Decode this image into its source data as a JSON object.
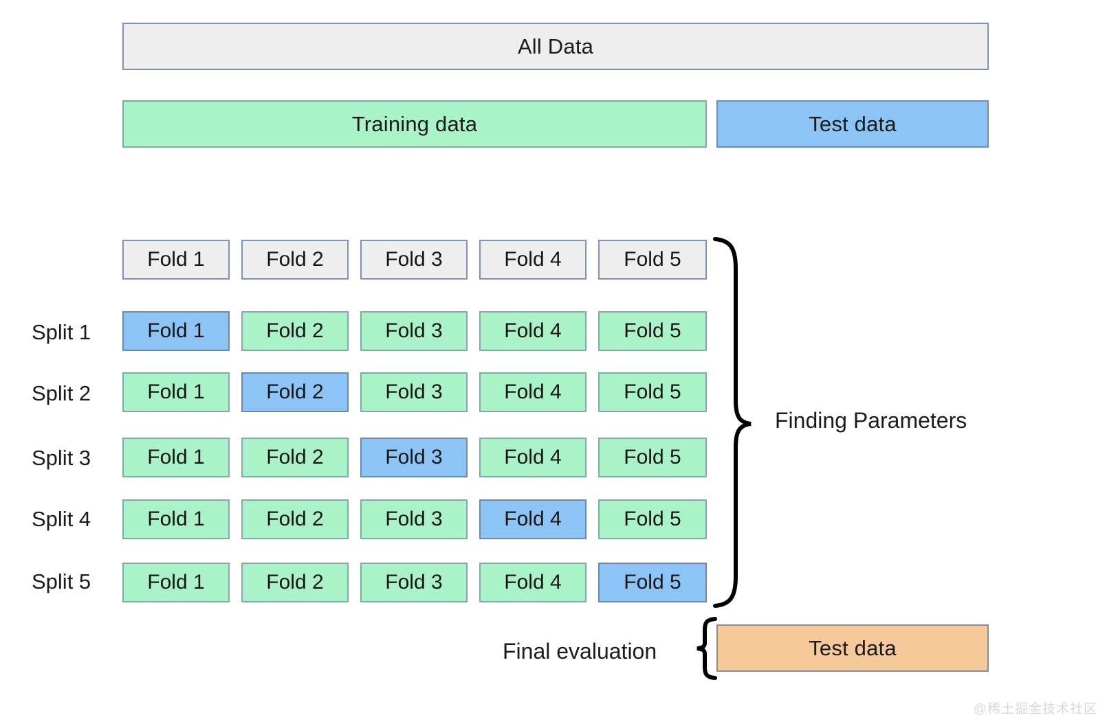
{
  "diagram": {
    "title_row": {
      "all_data_label": "All Data"
    },
    "split_row": {
      "training_label": "Training data",
      "test_label": "Test data"
    },
    "fold_header": {
      "folds": [
        "Fold 1",
        "Fold 2",
        "Fold 3",
        "Fold 4",
        "Fold 5"
      ]
    },
    "splits": [
      {
        "name": "Split 1",
        "cells": [
          {
            "label": "Fold 1",
            "role": "validation"
          },
          {
            "label": "Fold 2",
            "role": "training"
          },
          {
            "label": "Fold 3",
            "role": "training"
          },
          {
            "label": "Fold 4",
            "role": "training"
          },
          {
            "label": "Fold 5",
            "role": "training"
          }
        ]
      },
      {
        "name": "Split 2",
        "cells": [
          {
            "label": "Fold 1",
            "role": "training"
          },
          {
            "label": "Fold 2",
            "role": "validation"
          },
          {
            "label": "Fold 3",
            "role": "training"
          },
          {
            "label": "Fold 4",
            "role": "training"
          },
          {
            "label": "Fold 5",
            "role": "training"
          }
        ]
      },
      {
        "name": "Split 3",
        "cells": [
          {
            "label": "Fold 1",
            "role": "training"
          },
          {
            "label": "Fold 2",
            "role": "training"
          },
          {
            "label": "Fold 3",
            "role": "validation"
          },
          {
            "label": "Fold 4",
            "role": "training"
          },
          {
            "label": "Fold 5",
            "role": "training"
          }
        ]
      },
      {
        "name": "Split 4",
        "cells": [
          {
            "label": "Fold 1",
            "role": "training"
          },
          {
            "label": "Fold 2",
            "role": "training"
          },
          {
            "label": "Fold 3",
            "role": "training"
          },
          {
            "label": "Fold 4",
            "role": "validation"
          },
          {
            "label": "Fold 5",
            "role": "training"
          }
        ]
      },
      {
        "name": "Split 5",
        "cells": [
          {
            "label": "Fold 1",
            "role": "training"
          },
          {
            "label": "Fold 2",
            "role": "training"
          },
          {
            "label": "Fold 3",
            "role": "training"
          },
          {
            "label": "Fold 4",
            "role": "training"
          },
          {
            "label": "Fold 5",
            "role": "validation"
          }
        ]
      }
    ],
    "annotations": {
      "finding_parameters": "Finding Parameters",
      "final_evaluation": "Final evaluation",
      "final_test_label": "Test data"
    },
    "watermark": "@稀土掘金技术社区",
    "colors": {
      "gray_fill": "#eeeeee",
      "gray_border": "#7e93bb",
      "green_fill": "#aaf3c8",
      "green_border": "#83a9a9",
      "blue_fill": "#8cc5f5",
      "blue_border": "#6f86ad",
      "orange_fill": "#f6c99a",
      "orange_border": "#8d8d8d",
      "brace_stroke": "#000000",
      "text": "#1b1b1b",
      "watermark": "#d8d8d8"
    }
  }
}
